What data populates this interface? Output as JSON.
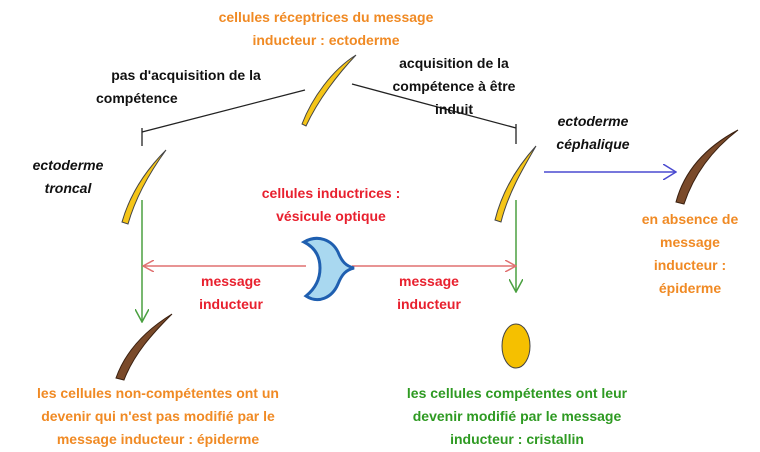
{
  "labels": {
    "top_title": [
      "cellules réceptrices du message",
      "inducteur : ectoderme"
    ],
    "left_branch": [
      "pas d'acquisition de la",
      "compétence"
    ],
    "right_branch": [
      "acquisition de la",
      "compétence à être",
      "induit"
    ],
    "ecto_troncal": [
      "ectoderme",
      "troncal"
    ],
    "ecto_cephalique": [
      "ectoderme",
      "céphalique"
    ],
    "inductrices": [
      "cellules inductrices :",
      "vésicule optique"
    ],
    "message_left": [
      "message",
      "inducteur"
    ],
    "message_right": [
      "message",
      "inducteur"
    ],
    "absence": [
      "en absence de",
      "message",
      "inducteur :",
      "épiderme"
    ],
    "non_competent": [
      "les cellules non-compétentes ont un",
      "devenir qui n'est pas modifié par le",
      "message inducteur : épiderme"
    ],
    "competent": [
      "les cellules compétentes ont leur",
      "devenir modifié par le message",
      "inducteur : cristallin"
    ]
  },
  "colors": {
    "orange_text": "#f08a24",
    "red_text": "#e8202e",
    "green_text": "#2e9a22",
    "ectoderm_yellow": "#f5c518",
    "epiderm_brown": "#7a4a2a",
    "vesicle_blue": "#a9d8f0",
    "lens_yellow": "#f5c000",
    "blue_arrow": "#4a4ad0",
    "red_arrow": "#e07070",
    "green_arrow": "#4aa040"
  }
}
